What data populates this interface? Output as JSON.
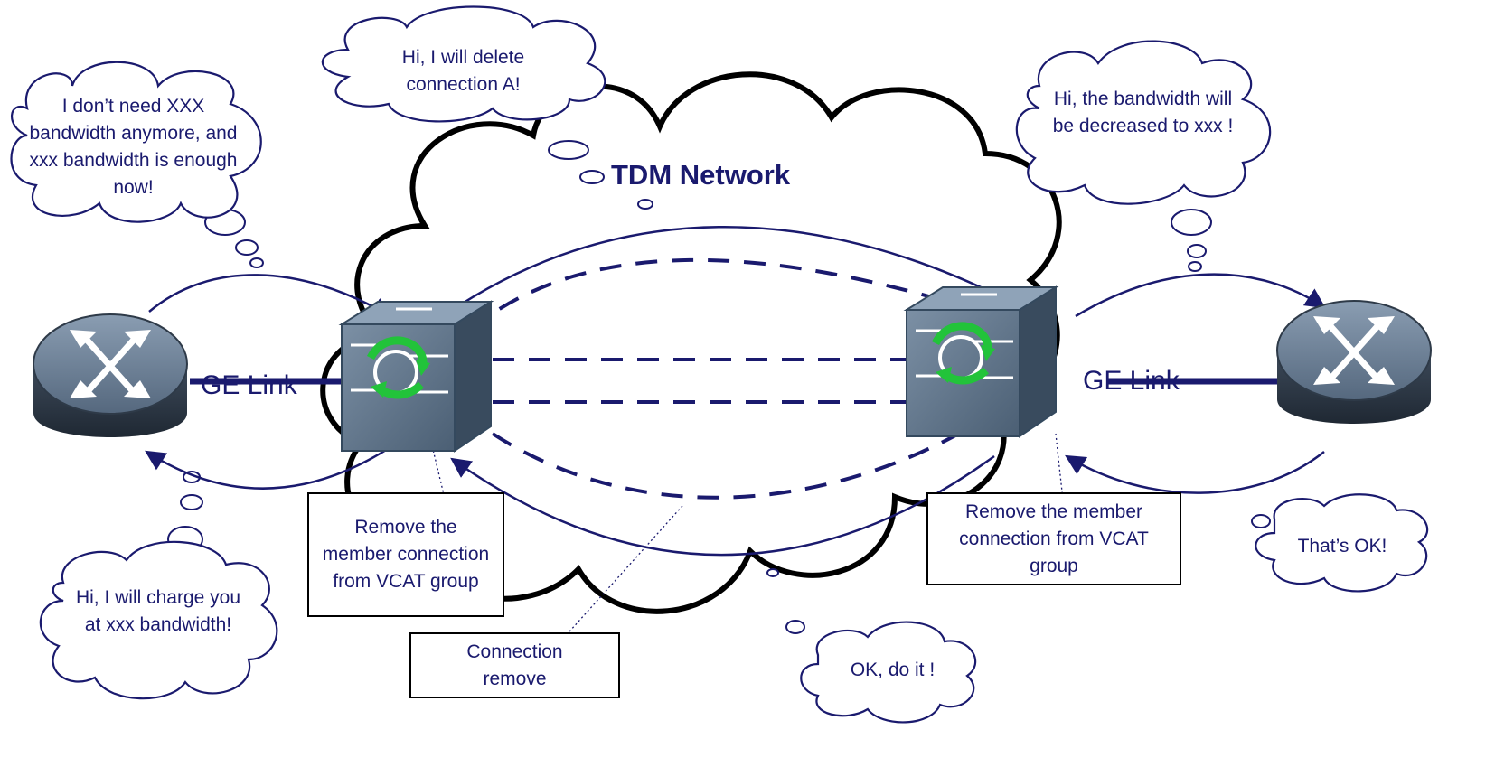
{
  "title": "TDM Network",
  "links": {
    "left": "GE Link",
    "right": "GE Link"
  },
  "bubbles": {
    "left_customer": "I don’t need XXX bandwidth anymore, and  xxx bandwidth is enough now!",
    "top_operator": "Hi, I will delete connection A!",
    "right_operator": "Hi, the bandwidth will be decreased to xxx !",
    "left_charge": "Hi, I will charge you at xxx bandwidth!",
    "bottom_ok": "OK, do it !",
    "right_ok": "That’s OK!"
  },
  "boxes": {
    "left_remove": "Remove the member connection from VCAT group",
    "right_remove": "Remove the member connection from VCAT group",
    "connection_remove": "Connection remove"
  },
  "icons": {
    "left_router": "router-icon",
    "right_router": "router-icon",
    "left_switch": "sdh-switch-icon",
    "right_switch": "sdh-switch-icon"
  },
  "colors": {
    "line": "#1a1a6e",
    "router_top": "#6b7f95",
    "router_side": "#2e3a48",
    "switch_face": "#5f7388",
    "arrow_green": "#22c33a"
  }
}
